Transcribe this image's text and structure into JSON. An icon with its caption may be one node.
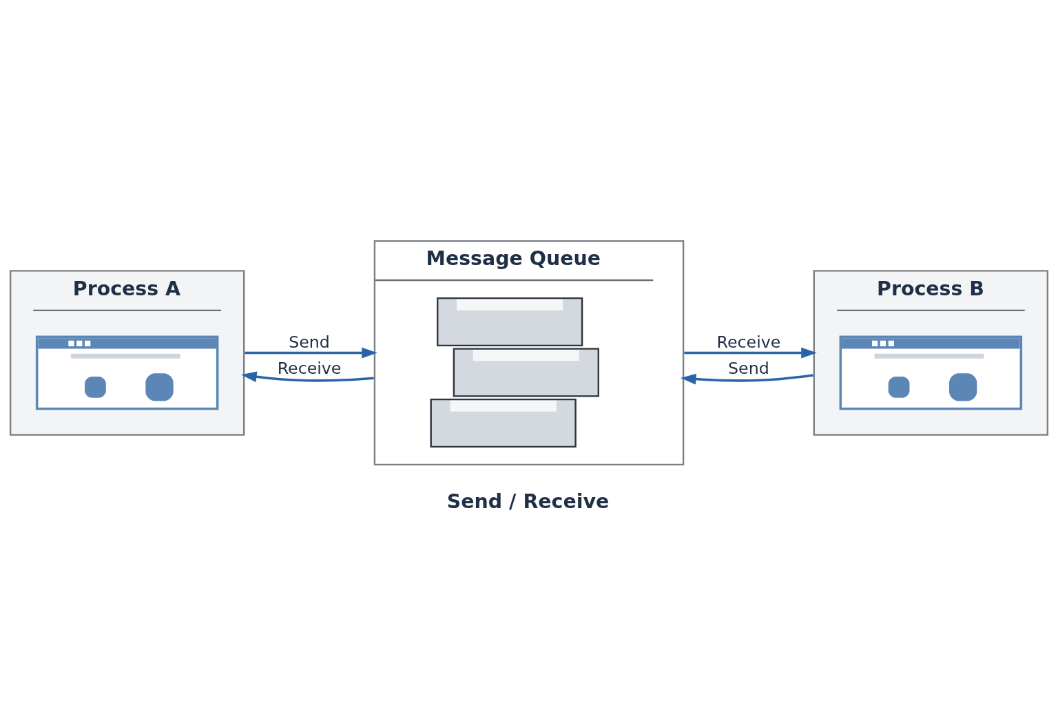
{
  "diagram": {
    "nodes": [
      {
        "text": [
          "Process A"
        ]
      },
      {
        "text": [
          "Message Queue"
        ],
        "beside": [
          "Send / Receive"
        ]
      },
      {
        "text": [
          "Process B"
        ]
      }
    ],
    "edges": [
      {
        "from": 0,
        "to": 1,
        "arrow": "to",
        "label": "Send"
      },
      {
        "from": 1,
        "to": 0,
        "arrow": "to",
        "label": "Receive"
      },
      {
        "from": 1,
        "to": 2,
        "arrow": "to",
        "label": "Receive"
      },
      {
        "from": 2,
        "to": 1,
        "arrow": "to",
        "label": "Send"
      }
    ]
  }
}
